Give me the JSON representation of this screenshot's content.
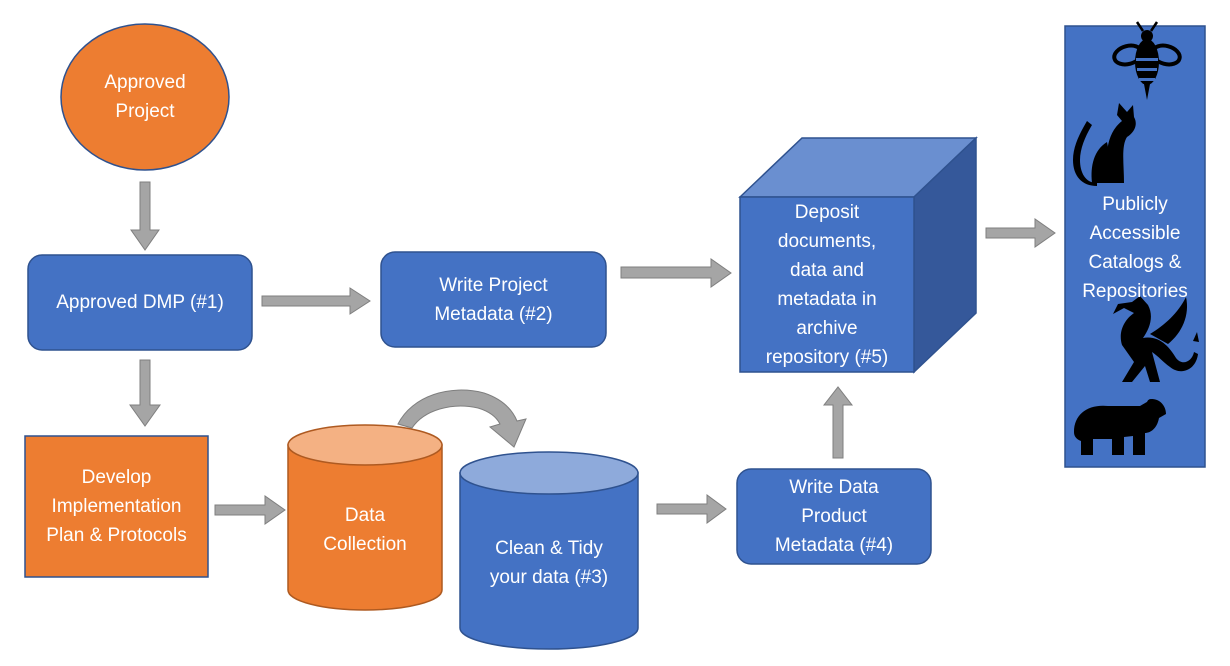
{
  "colors": {
    "blue": "#4472c4",
    "blue_dark": "#2f528f",
    "blue_side": "#35589a",
    "blue_top": "#6a8fd0",
    "blue_cyl_top": "#8eaadb",
    "orange": "#ed7d31",
    "orange_stroke": "#ae5a21",
    "orange_cyl_top": "#f4b183",
    "arrow": "#a5a5a5",
    "arrow_stroke": "#7f7f7f"
  },
  "nodes": {
    "approved_project": "Approved\nProject",
    "approved_dmp": "Approved DMP (#1)",
    "project_metadata": "Write Project\nMetadata (#2)",
    "implementation_plan": "Develop\nImplementation\nPlan & Protocols",
    "data_collection": "Data\nCollection",
    "clean_tidy": "Clean & Tidy\nyour data (#3)",
    "product_metadata": "Write Data\nProduct\nMetadata (#4)",
    "deposit": "Deposit\ndocuments,\ndata and\nmetadata in\narchive\nrepository (#5)",
    "public_catalogs": "Publicly\nAccessible\nCatalogs &\nRepositories"
  },
  "icons": [
    "bee-icon",
    "cat-icon",
    "dragon-icon",
    "bear-icon"
  ]
}
